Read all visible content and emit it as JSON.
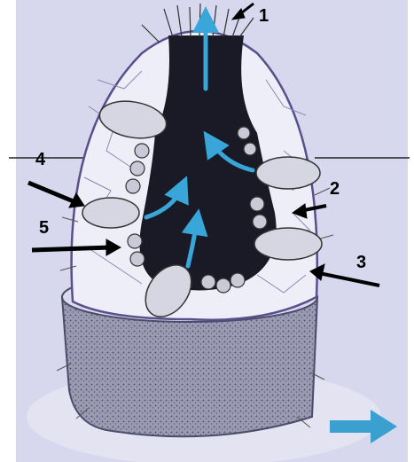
{
  "labels": {
    "l1": "1",
    "l2": "2",
    "l3": "3",
    "l4": "4",
    "l5": "5"
  },
  "colors": {
    "background": "#ffffff",
    "tint": "#d7d7ee",
    "outline": "#5b4e8c",
    "cavity": "#1a1a26",
    "flow_arrow": "#38a6d8",
    "base": "#8e8ea8",
    "trichocyst": "#d6d6e2"
  },
  "icons": {
    "direction": "arrow-right-icon"
  }
}
